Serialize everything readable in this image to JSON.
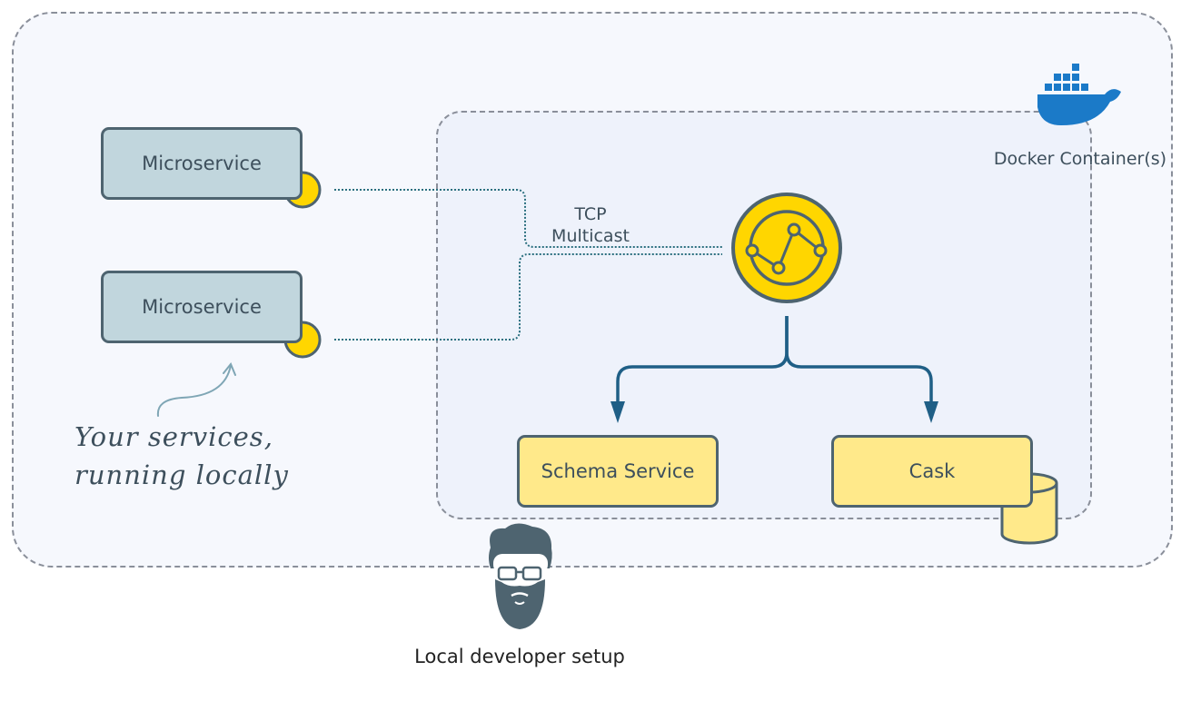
{
  "diagram": {
    "microservice_1_label": "Microservice",
    "microservice_2_label": "Microservice",
    "protocol_line1": "TCP",
    "protocol_line2": "Multicast",
    "schema_service_label": "Schema Service",
    "cask_label": "Cask",
    "docker_label": "Docker Container(s)",
    "annotation_line1": "Your services,",
    "annotation_line2": "running locally",
    "caption": "Local developer setup"
  },
  "colors": {
    "accent_yellow": "#ffd600",
    "box_yellow": "#ffe98a",
    "microservice_fill": "#c1d6dd",
    "stroke": "#4e6470",
    "arrow": "#1f5f86",
    "docker_blue": "#1b7ac8"
  },
  "icons": [
    "docker-whale-icon",
    "network-graph-icon",
    "database-cylinder-icon",
    "developer-avatar-icon"
  ]
}
